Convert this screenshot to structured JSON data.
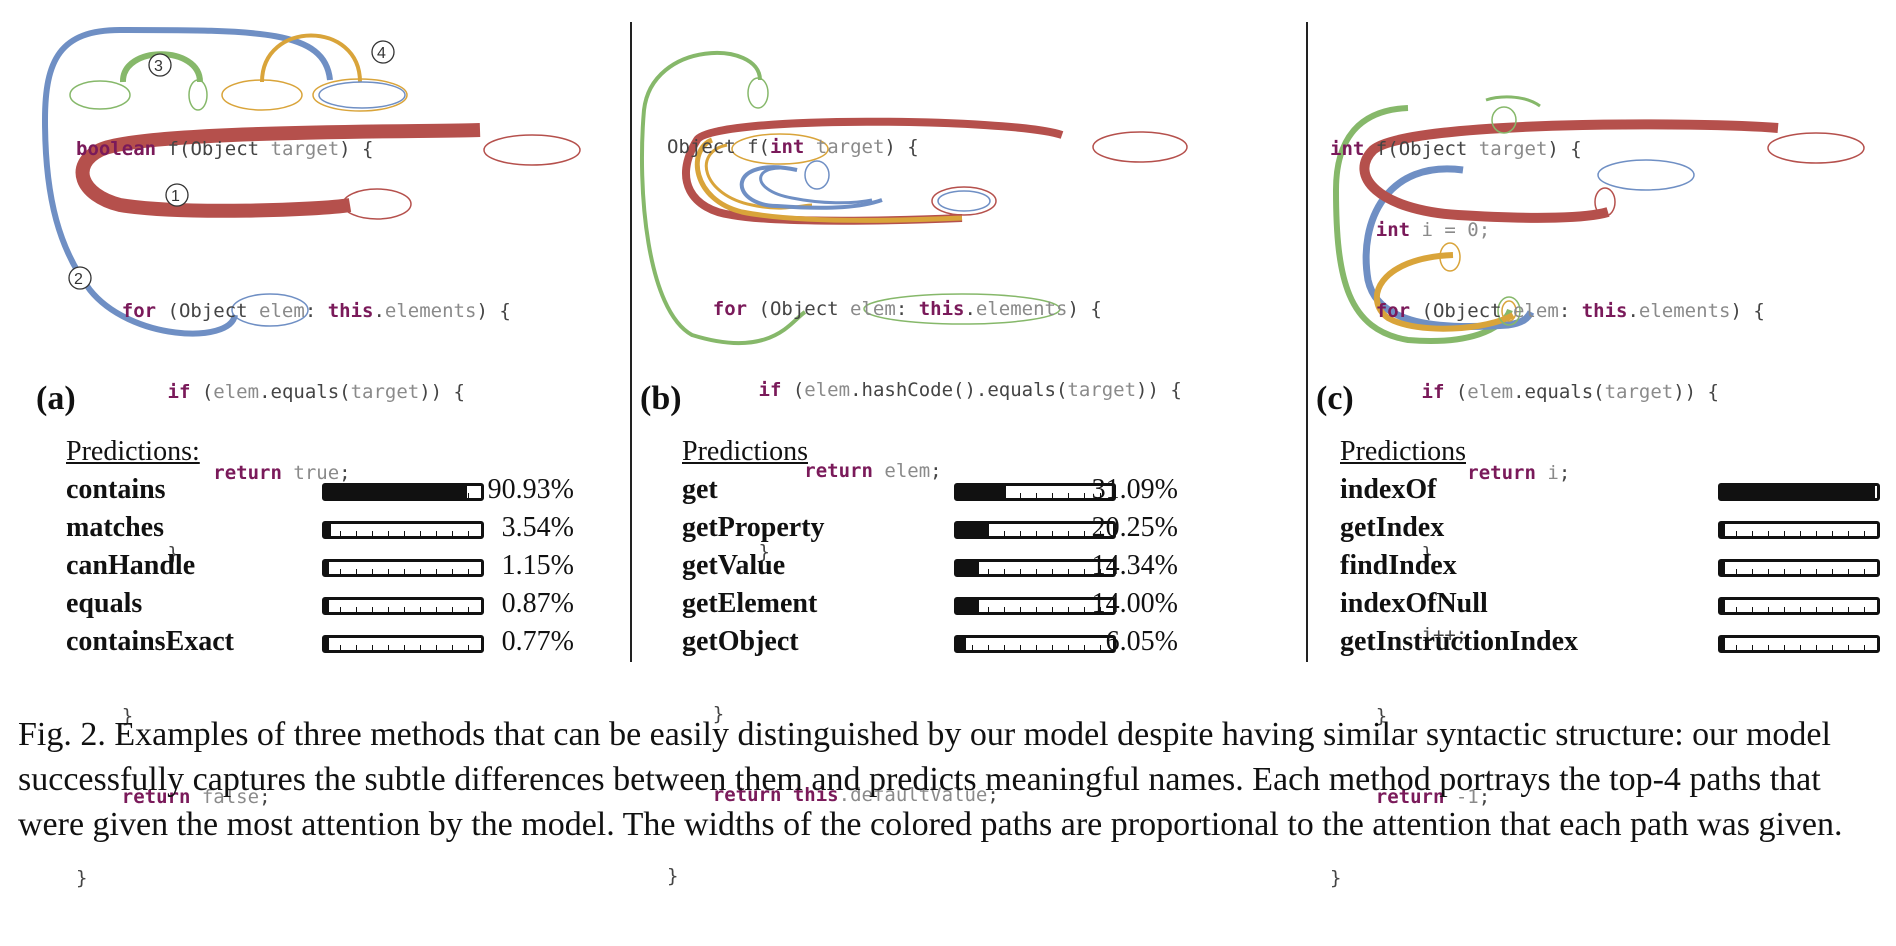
{
  "panels": [
    {
      "label": "(a)",
      "code": {
        "line1_type": "boolean",
        "line1_name": "f",
        "line1_open": "(",
        "line1_ptype": "Object",
        "line1_param": "target",
        "line1_close": ") {",
        "line2_for": "for",
        "line2_mid": " (Object ",
        "line2_var": "elem",
        "line2_colon": ": ",
        "line2_this": "this",
        "line2_dot": ".",
        "line2_field": "elements",
        "line2_end": ") {",
        "line3_if": "if",
        "line3_open": " (",
        "line3_var": "elem",
        "line3_call": ".equals(",
        "line3_arg": "target",
        "line3_end": ")) {",
        "line4_return": "return",
        "line4_val": "true",
        "line4_end": ";",
        "line5": "}",
        "line6": "}",
        "line7_return": "return",
        "line7_val": "false",
        "line7_end": ";",
        "line8": "}"
      },
      "markers": [
        "①",
        "②",
        "③",
        "④"
      ],
      "pred_title": "Predictions:",
      "predictions": [
        {
          "name": "contains",
          "pct": "90.93%",
          "value": 0.9093
        },
        {
          "name": "matches",
          "pct": "3.54%",
          "value": 0.0354
        },
        {
          "name": "canHandle",
          "pct": "1.15%",
          "value": 0.0115
        },
        {
          "name": "equals",
          "pct": "0.87%",
          "value": 0.0087
        },
        {
          "name": "containsExact",
          "pct": "0.77%",
          "value": 0.0077
        }
      ]
    },
    {
      "label": "(b)",
      "code": {
        "line1_type": "Object",
        "line1_name": "f",
        "line1_open": "(",
        "line1_ptype": "int",
        "line1_param": "target",
        "line1_close": ") {",
        "line2_for": "for",
        "line2_mid": " (Object ",
        "line2_var": "elem",
        "line2_colon": ": ",
        "line2_this": "this",
        "line2_dot": ".",
        "line2_field": "elements",
        "line2_end": ") {",
        "line3_if": "if",
        "line3_open": " (",
        "line3_var": "elem",
        "line3_call": ".hashCode().equals(",
        "line3_arg": "target",
        "line3_end": ")) {",
        "line4_return": "return",
        "line4_val": "elem",
        "line4_end": ";",
        "line5": "}",
        "line6": "}",
        "line7_return": "return",
        "line7_this": "this",
        "line7_val": ".defaultValue",
        "line7_end": ";",
        "line8": "}"
      },
      "pred_title": "Predictions",
      "predictions": [
        {
          "name": "get",
          "pct": "31.09%",
          "value": 0.3109
        },
        {
          "name": "getProperty",
          "pct": "20.25%",
          "value": 0.2025
        },
        {
          "name": "getValue",
          "pct": "14.34%",
          "value": 0.1434
        },
        {
          "name": "getElement",
          "pct": "14.00%",
          "value": 0.14
        },
        {
          "name": "getObject",
          "pct": "6.05%",
          "value": 0.0605
        }
      ]
    },
    {
      "label": "(c)",
      "code": {
        "line1_type": "int",
        "line1_name": "f",
        "line1_open": "(",
        "line1_ptype": "Object",
        "line1_param": "target",
        "line1_close": ") {",
        "line1b_type": "int",
        "line1b_rest": " i = 0;",
        "line2_for": "for",
        "line2_mid": " (Object ",
        "line2_var": "elem",
        "line2_colon": ": ",
        "line2_this": "this",
        "line2_dot": ".",
        "line2_field": "elements",
        "line2_end": ") {",
        "line3_if": "if",
        "line3_open": " (",
        "line3_var": "elem",
        "line3_call": ".equals(",
        "line3_arg": "target",
        "line3_end": ")) {",
        "line4_return": "return",
        "line4_val": "i",
        "line4_end": ";",
        "line5": "}",
        "line5b": "i++;",
        "line6": "}",
        "line7_return": "return",
        "line7_val": " -1",
        "line7_end": ";",
        "line8": "}"
      },
      "pred_title": "Predictions",
      "predictions": [
        {
          "name": "indexOf",
          "pct": "",
          "value": 0.99
        },
        {
          "name": "getIndex",
          "pct": "",
          "value": 0.0
        },
        {
          "name": "findIndex",
          "pct": "",
          "value": 0.0
        },
        {
          "name": "indexOfNull",
          "pct": "",
          "value": 0.0
        },
        {
          "name": "getInstructionIndex",
          "pct": "",
          "value": 0.0
        }
      ]
    }
  ],
  "colors": {
    "path_red": "#b5504c",
    "path_blue": "#6f8fc4",
    "path_green": "#86b86a",
    "path_orange": "#d9a43a",
    "keyword": "#7a1a5a"
  },
  "caption": "Fig. 2.  Examples of three methods that can be easily distinguished by our model despite having similar syntactic structure: our model successfully captures the subtle differences between them and predicts meaningful names. Each method portrays the top-4 paths that were given the most attention by the model. The widths of the colored paths are proportional to the attention that each path was given."
}
